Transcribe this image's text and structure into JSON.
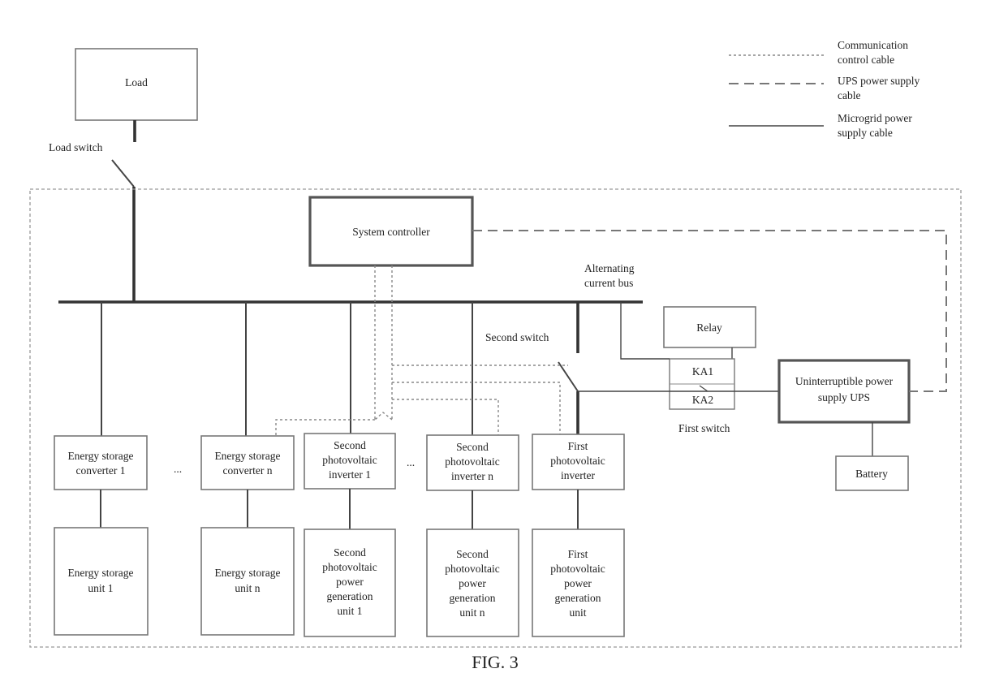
{
  "legend": {
    "communication": [
      "Communication",
      "control cable"
    ],
    "ups": [
      "UPS power supply",
      "cable"
    ],
    "microgrid": [
      "Microgrid power",
      "supply cable"
    ]
  },
  "load": {
    "label": "Load",
    "switch_label": "Load switch"
  },
  "system_controller": {
    "label": "System controller"
  },
  "ac_bus": {
    "label": [
      "Alternating",
      "current bus"
    ]
  },
  "relay": {
    "label": "Relay",
    "ka1": "KA1",
    "ka2": "KA2",
    "first_switch_label": "First switch"
  },
  "second_switch_label": "Second switch",
  "ups": {
    "label": [
      "Uninterruptible power",
      "supply UPS"
    ]
  },
  "battery": {
    "label": "Battery"
  },
  "converters": {
    "c1": [
      "Energy storage",
      "converter 1"
    ],
    "cn": [
      "Energy storage",
      "converter n"
    ],
    "ellipsis": "..."
  },
  "inverters": {
    "second_1": [
      "Second",
      "photovoltaic",
      "inverter 1"
    ],
    "second_n": [
      "Second",
      "photovoltaic",
      "inverter n"
    ],
    "first": [
      "First",
      "photovoltaic",
      "inverter"
    ],
    "ellipsis": "..."
  },
  "storage_units": {
    "u1": [
      "Energy storage",
      "unit 1"
    ],
    "un": [
      "Energy storage",
      "unit n"
    ]
  },
  "generation_units": {
    "second_1": [
      "Second",
      "photovoltaic",
      "power",
      "generation",
      "unit 1"
    ],
    "second_n": [
      "Second",
      "photovoltaic",
      "power",
      "generation",
      "unit n"
    ],
    "first": [
      "First",
      "photovoltaic",
      "power",
      "generation",
      "unit"
    ]
  },
  "caption": "FIG. 3"
}
